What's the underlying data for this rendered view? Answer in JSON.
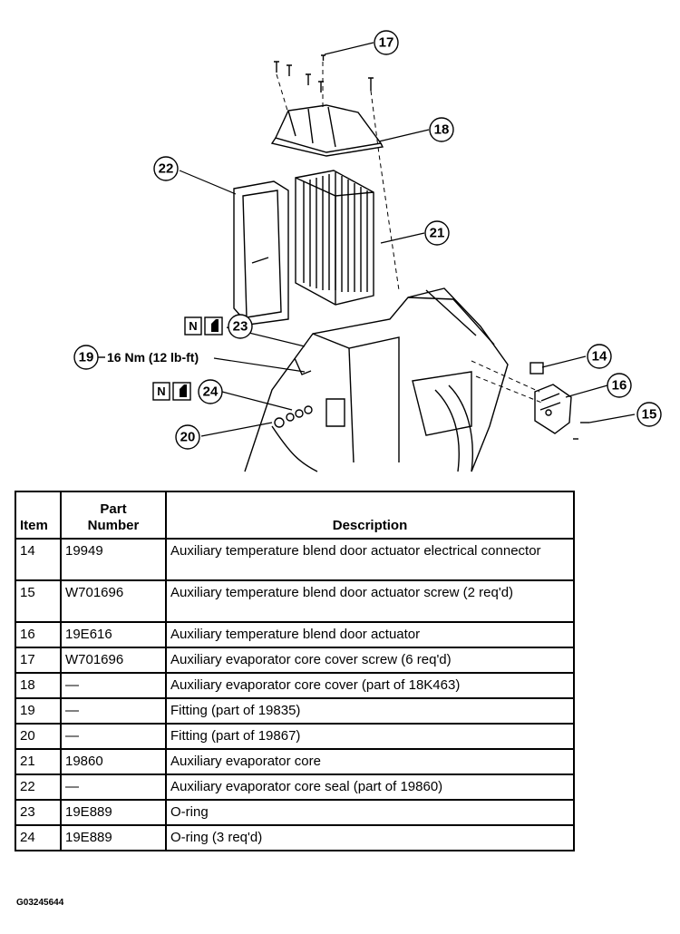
{
  "callouts": {
    "c14": "14",
    "c15": "15",
    "c16": "16",
    "c17": "17",
    "c18": "18",
    "c19": "19",
    "c20": "20",
    "c21": "21",
    "c22": "22",
    "c23": "23",
    "c24": "24"
  },
  "torque_spec": "16 Nm (12 lb-ft)",
  "n_box_label": "N",
  "table": {
    "headers": {
      "item": "Item",
      "part_line1": "Part",
      "part_line2": "Number",
      "description": "Description"
    },
    "rows": [
      {
        "item": "14",
        "part": "19949",
        "desc": "Auxiliary temperature blend door actuator electrical connector"
      },
      {
        "item": "15",
        "part": "W701696",
        "desc": "Auxiliary temperature blend door actuator screw (2 req'd)"
      },
      {
        "item": "16",
        "part": "19E616",
        "desc": "Auxiliary temperature blend door actuator"
      },
      {
        "item": "17",
        "part": "W701696",
        "desc": "Auxiliary evaporator core cover screw (6 req'd)"
      },
      {
        "item": "18",
        "part": "—",
        "desc": "Auxiliary evaporator core cover (part of 18K463)"
      },
      {
        "item": "19",
        "part": "—",
        "desc": "Fitting (part of 19835)"
      },
      {
        "item": "20",
        "part": "—",
        "desc": "Fitting (part of 19867)"
      },
      {
        "item": "21",
        "part": "19860",
        "desc": "Auxiliary evaporator core"
      },
      {
        "item": "22",
        "part": "—",
        "desc": "Auxiliary evaporator core seal (part of 19860)"
      },
      {
        "item": "23",
        "part": "19E889",
        "desc": "O-ring"
      },
      {
        "item": "24",
        "part": "19E889",
        "desc": "O-ring (3 req'd)"
      }
    ]
  },
  "figure_code": "G03245644"
}
